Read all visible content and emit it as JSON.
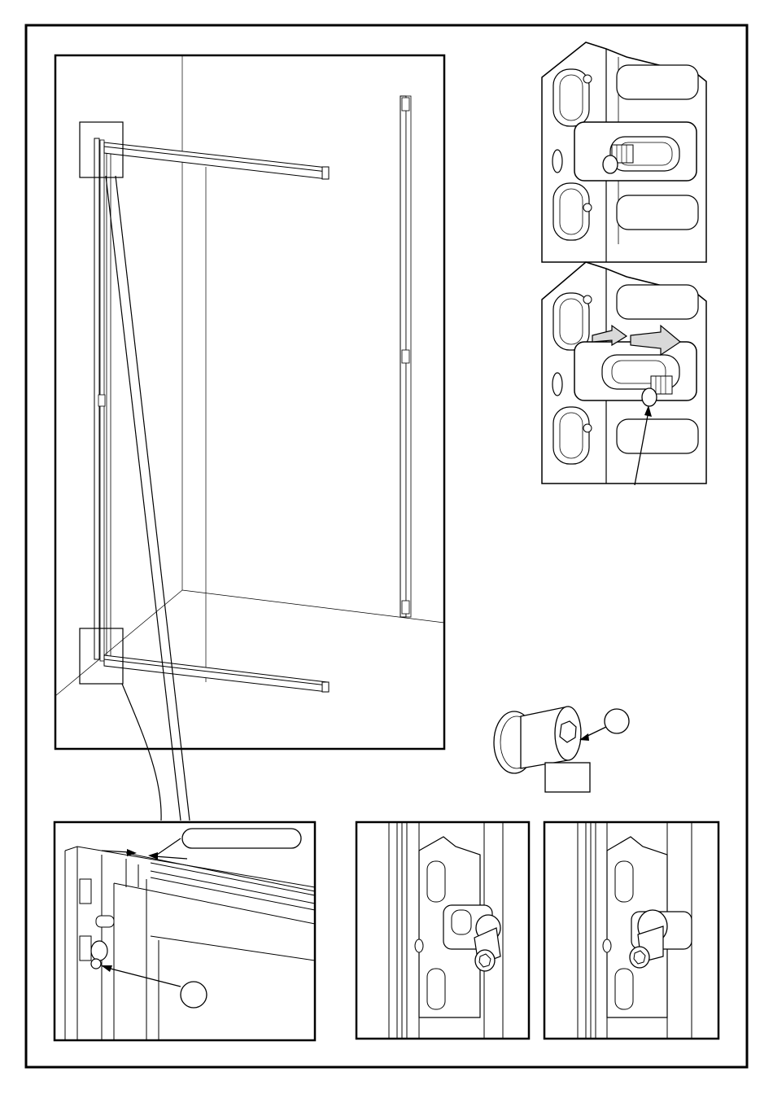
{
  "document": {
    "kind": "assembly-instruction-sheet",
    "text_labels": [],
    "callouts": [
      {
        "id": "bolt-callout-circle",
        "label": ""
      },
      {
        "id": "detail-callout-circle",
        "label": ""
      }
    ],
    "blank_label_box": "",
    "dimension_pill": "",
    "colors": {
      "line": "#000000",
      "paper": "#ffffff",
      "shade": "#d9d9d9"
    }
  }
}
